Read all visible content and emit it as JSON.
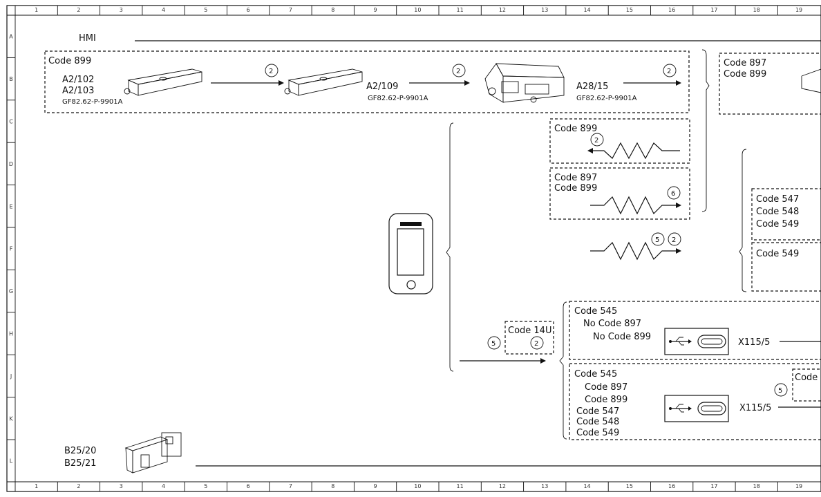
{
  "grid": {
    "columns": [
      "1",
      "2",
      "3",
      "4",
      "5",
      "6",
      "7",
      "8",
      "9",
      "10",
      "11",
      "12",
      "13",
      "14",
      "15",
      "16",
      "17",
      "18",
      "19"
    ],
    "rows": [
      "A",
      "B",
      "C",
      "D",
      "E",
      "F",
      "G",
      "H",
      "J",
      "K",
      "L"
    ]
  },
  "labels": {
    "hmi": "HMI",
    "box1_code": "Code 899",
    "a2_102": "A2/102",
    "a2_103": "A2/103",
    "gf1": "GF82.62-P-9901A",
    "a2_109": "A2/109",
    "gf2": "GF82.62-P-9901A",
    "a28_15": "A28/15",
    "gf3": "GF82.62-P-9901A",
    "r_code897": "Code 897",
    "r_code899": "Code 899",
    "c899_box": "Code 899",
    "c897_box": "Code 897",
    "c899_box2": "Code 899",
    "c547": "Code 547",
    "c548": "Code 548",
    "c549": "Code 549",
    "c549b": "Code 549",
    "c14u": "Code 14U",
    "h_c545": "Code 545",
    "h_no897": "No Code 897",
    "h_no899": "No Code 899",
    "x115_a": "X115/5",
    "j_c545": "Code 545",
    "j_c897": "Code 897",
    "j_c899": "Code 899",
    "j_c547": "Code 547",
    "j_c548": "Code 548",
    "j_c549": "Code 549",
    "x115_b": "X115/5",
    "j_code_cut": "Code",
    "b25_20": "B25/20",
    "b25_21": "B25/21"
  },
  "circles": {
    "n2": "2",
    "n5": "5",
    "n6": "6"
  },
  "icons": [
    "antenna-module-icon",
    "control-unit-icon",
    "smartphone-icon",
    "usb-icon",
    "usb-c-port-icon",
    "sensor-connector-icon",
    "wireless-signal-icon"
  ]
}
